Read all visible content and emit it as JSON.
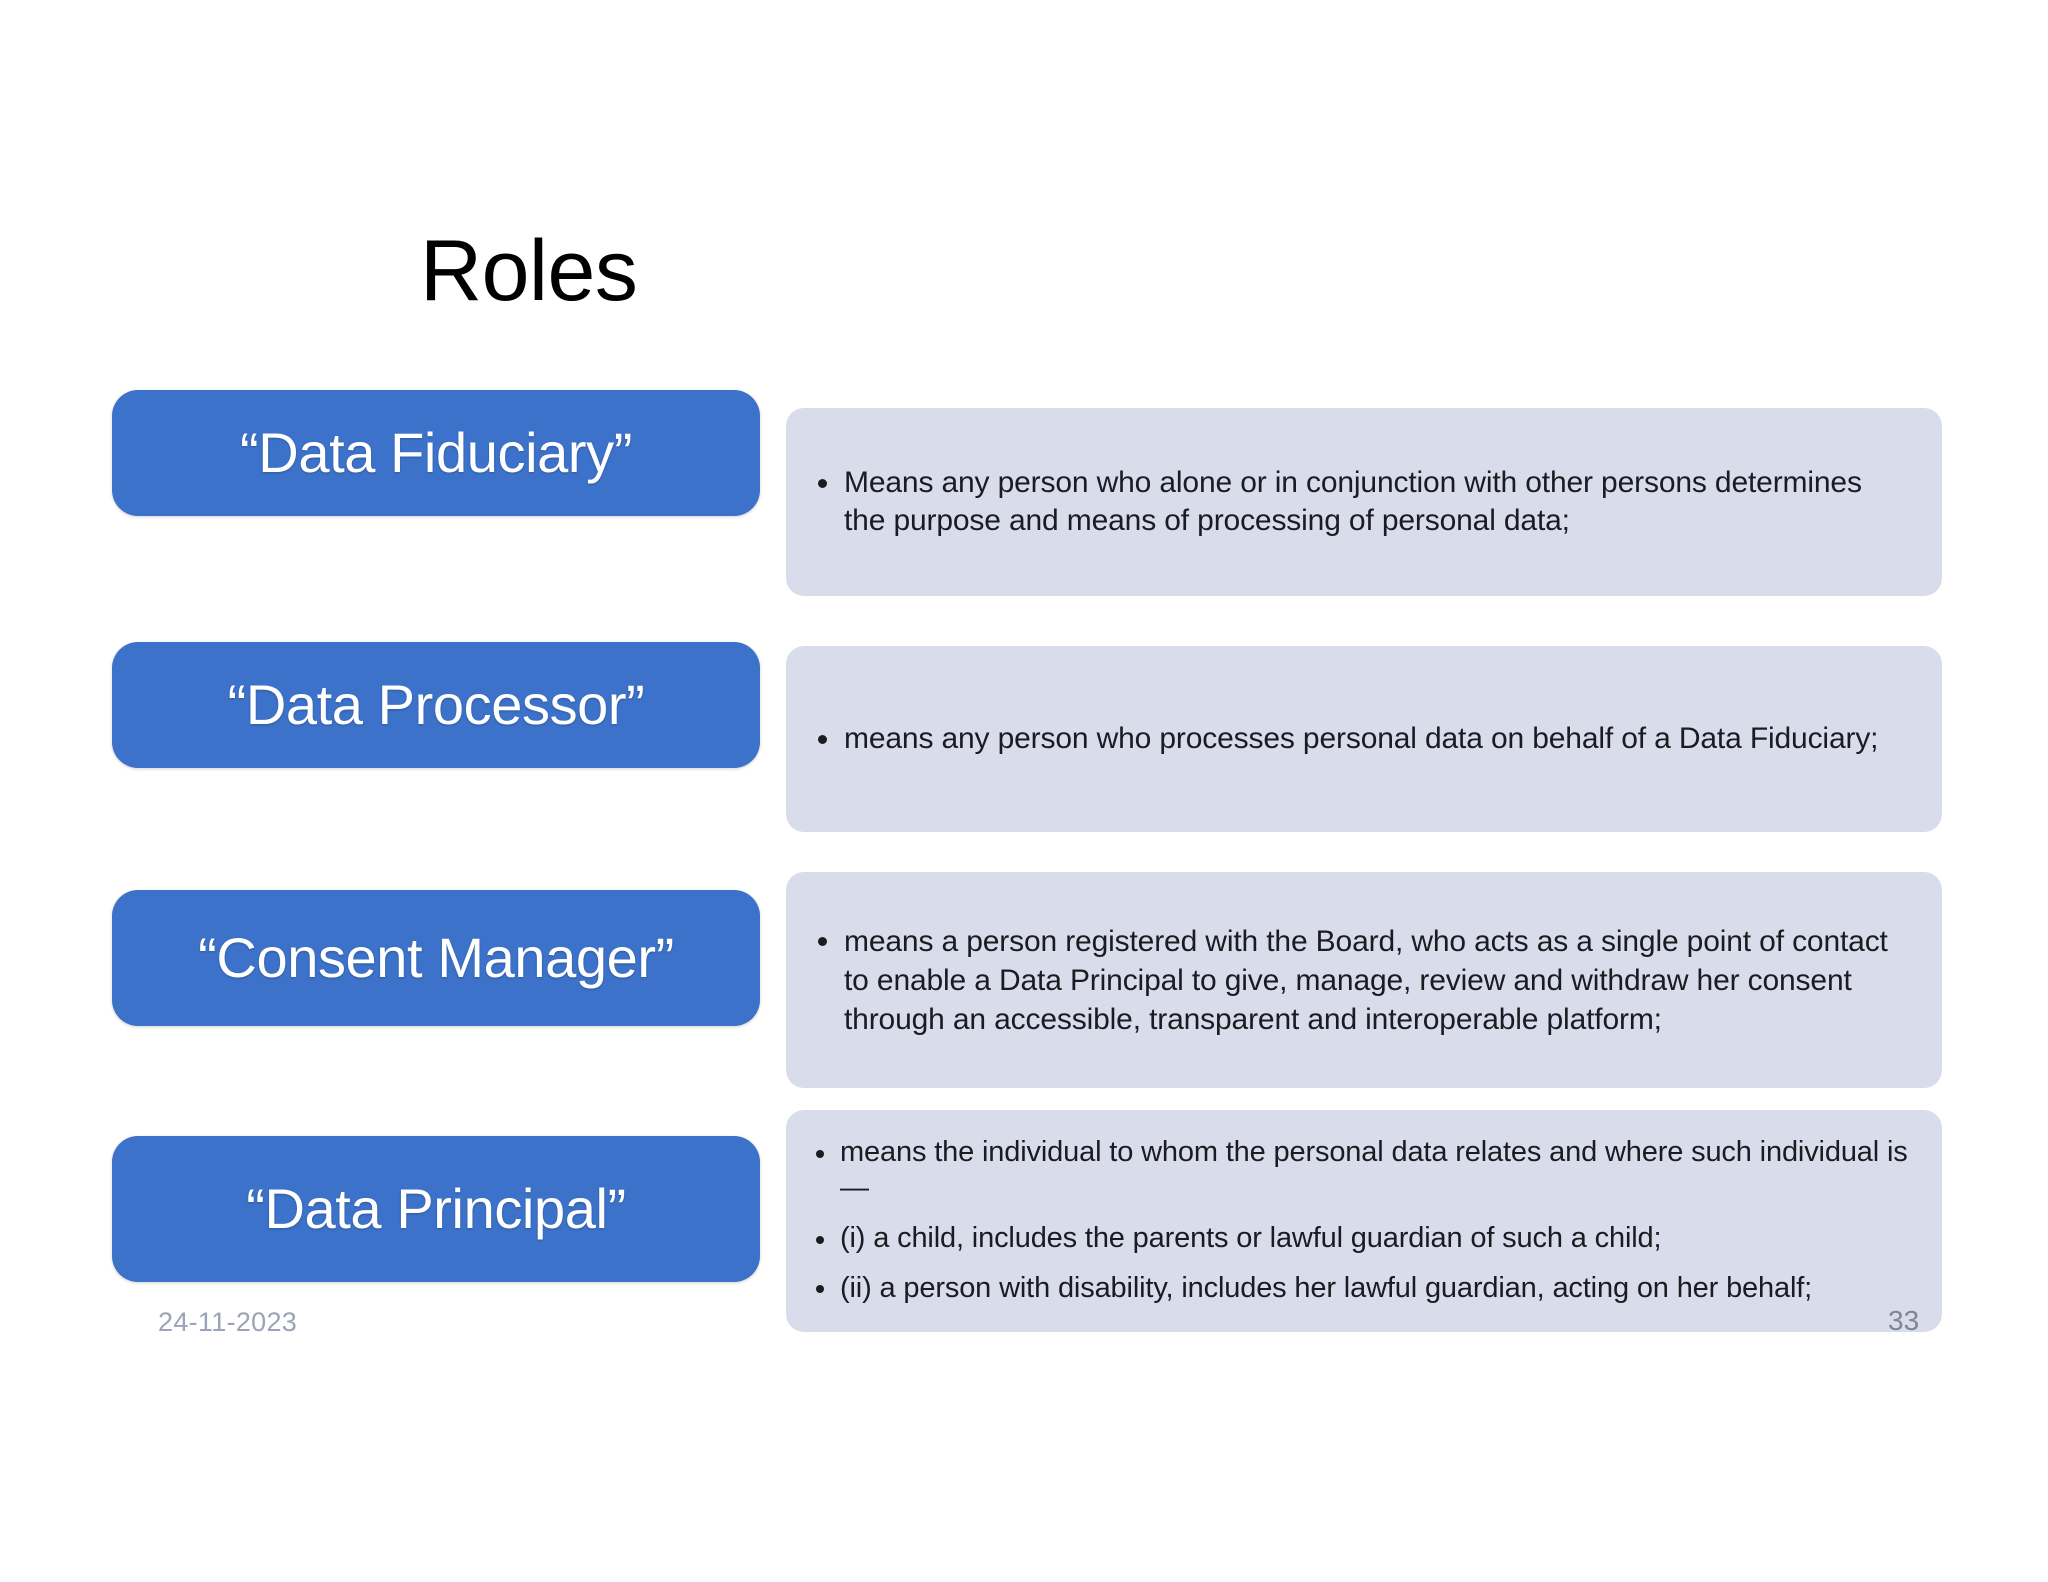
{
  "slide": {
    "title": "Roles",
    "page_number": "33",
    "date": "24-11-2023",
    "colors": {
      "chip_blue": "#3C72C9",
      "panel_grey": "#D8DCEB",
      "text_dark": "#1B1B21",
      "footer_grey": "#9AA3B8",
      "background": "#FFFFFF"
    }
  },
  "rows": [
    {
      "label": "“Data Fiduciary”",
      "bullets": [
        "Means any person who alone or in conjunction with other persons determines the purpose and means of processing of personal data;"
      ]
    },
    {
      "label": "“Data Processor”",
      "bullets": [
        "means any person who processes personal data on behalf of a Data Fiduciary;"
      ]
    },
    {
      "label": "“Consent Manager”",
      "bullets": [
        "means a person registered with the Board, who acts as a single point of contact to enable a Data Principal to give, manage, review and withdraw her consent through an accessible, transparent and interoperable platform;"
      ]
    },
    {
      "label": "“Data Principal”",
      "bullets": [
        "means the individual to whom the personal data relates and where such individual is—",
        "(i) a child, includes the parents or lawful guardian of such a child;",
        "(ii) a person with disability, includes her lawful guardian, acting on her behalf;"
      ]
    }
  ]
}
